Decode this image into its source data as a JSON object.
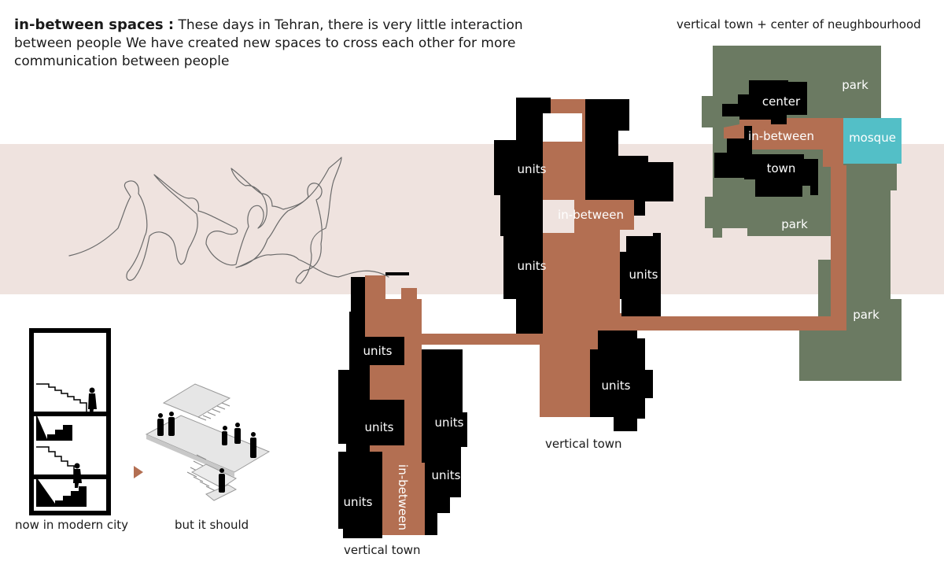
{
  "header": {
    "title_bold": "in-between spaces :",
    "title_text": " These days in Tehran, there is very little interaction between people We have created new spaces to cross each other for more communication between people"
  },
  "neighbourhood": {
    "title": "vertical town + center of neughbourhood",
    "park_1": "park",
    "park_2": "park",
    "park_3": "park",
    "center": "center",
    "in_between": "in-between",
    "town": "town",
    "mosque": "mosque"
  },
  "tower_center": {
    "units_1": "units",
    "units_2": "units",
    "units_3": "units",
    "units_4": "units",
    "in_between": "in-between",
    "caption": "vertical town"
  },
  "tower_left": {
    "units_1": "units",
    "units_2": "units",
    "units_3": "units",
    "units_4": "units",
    "units_5": "units",
    "in_between": "in-between",
    "caption": "vertical town"
  },
  "comparison": {
    "now_caption": "now in modern city",
    "should_caption": "but it should"
  },
  "colors": {
    "band": "#efe3df",
    "in_between": "#b36f52",
    "park": "#6b7a62",
    "mosque": "#53bfc7",
    "units": "#000000"
  }
}
